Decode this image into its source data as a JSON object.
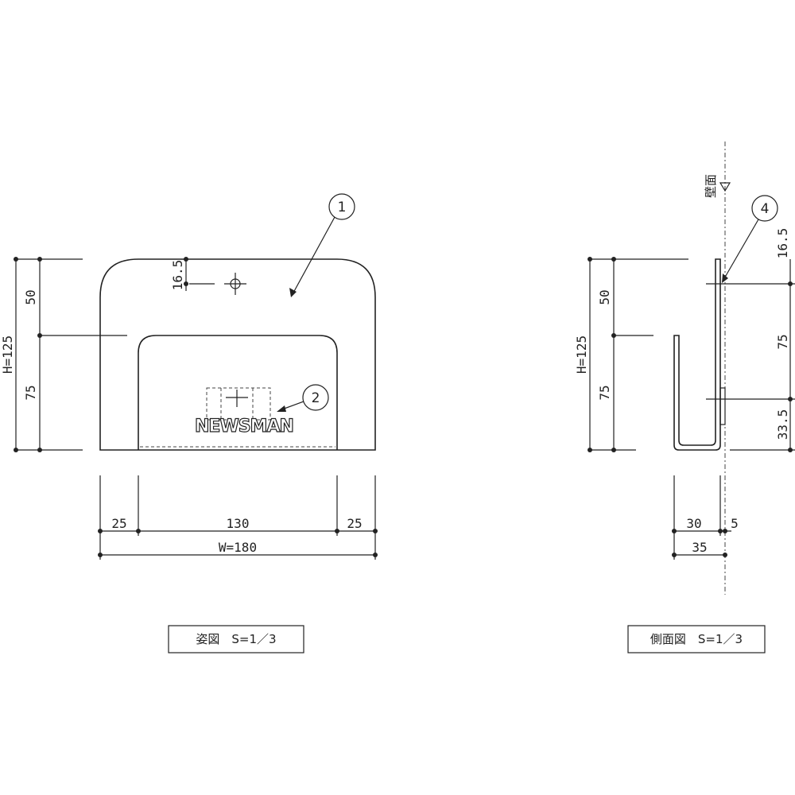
{
  "front_view": {
    "balloon_body": "1",
    "balloon_logo": "2",
    "logo_text": "NEWSMAN",
    "dim_hole": "16.5",
    "dim_top": "50",
    "dim_bottom": "75",
    "dim_height": "H=125",
    "dim_left": "25",
    "dim_center": "130",
    "dim_right": "25",
    "dim_width": "W=180",
    "caption": "姿図　S=1／3"
  },
  "side_view": {
    "balloon_bracket": "4",
    "wall_label": "壁面",
    "dim_top": "50",
    "dim_bottom": "75",
    "dim_height": "H=125",
    "dim_right_top": "16.5",
    "dim_right_mid": "75",
    "dim_right_bottom": "33.5",
    "dim_depth": "30",
    "dim_thickness": "5",
    "dim_total": "35",
    "caption": "側面図　S=1／3"
  }
}
